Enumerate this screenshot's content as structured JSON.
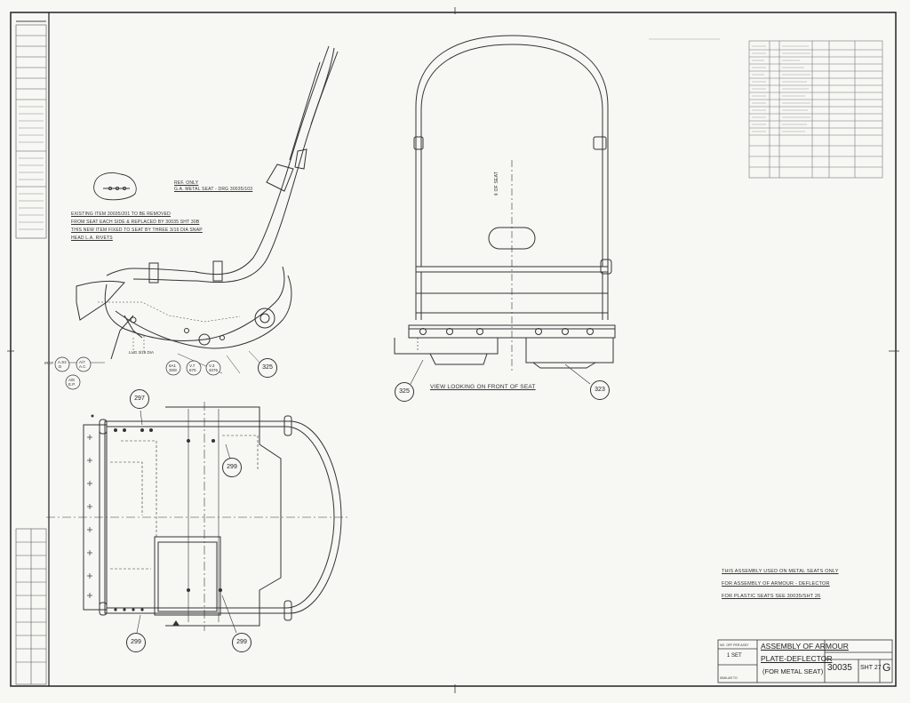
{
  "notes": {
    "ref_only": "REF. ONLY",
    "ref_metal_seat": "G.A. METAL SEAT - DRG 30035/103",
    "existing_1": "EXISTING ITEM 30035/201 TO BE REMOVED",
    "existing_2": "FROM SEAT EACH SIDE & REPLACED BY 30035 SHT 30B",
    "existing_3": "THIS NEW ITEM FIXED TO SEAT BY THREE 3/16 DIA SNAP",
    "existing_4": "HEAD L.A. RIVETS",
    "seat_axis": "¢ OF SEAT",
    "view_front": "VIEW LOOKING ON FRONT OF SEAT",
    "assembly_note_1": "THIS ASSEMBLY USED ON METAL SEATS ONLY",
    "assembly_note_2": "FOR ASSEMBLY OF ARMOUR - DEFLECTOR",
    "assembly_note_3": "FOR PLASTIC SEATS SEE 30035/SHT 26"
  },
  "balloons": {
    "b297": "297",
    "b299a": "299",
    "b299b": "299",
    "b299c": "299",
    "b325a": "325",
    "b325b": "325",
    "b323": "323"
  },
  "title_block": {
    "qty": "1 SET",
    "line1": "ASSEMBLY OF ARMOUR",
    "line2": "PLATE-DEFLECTOR",
    "line3": "(FOR METAL SEAT)",
    "drawing_no": "30035",
    "sheet": "SHT 27",
    "issue": "G"
  }
}
